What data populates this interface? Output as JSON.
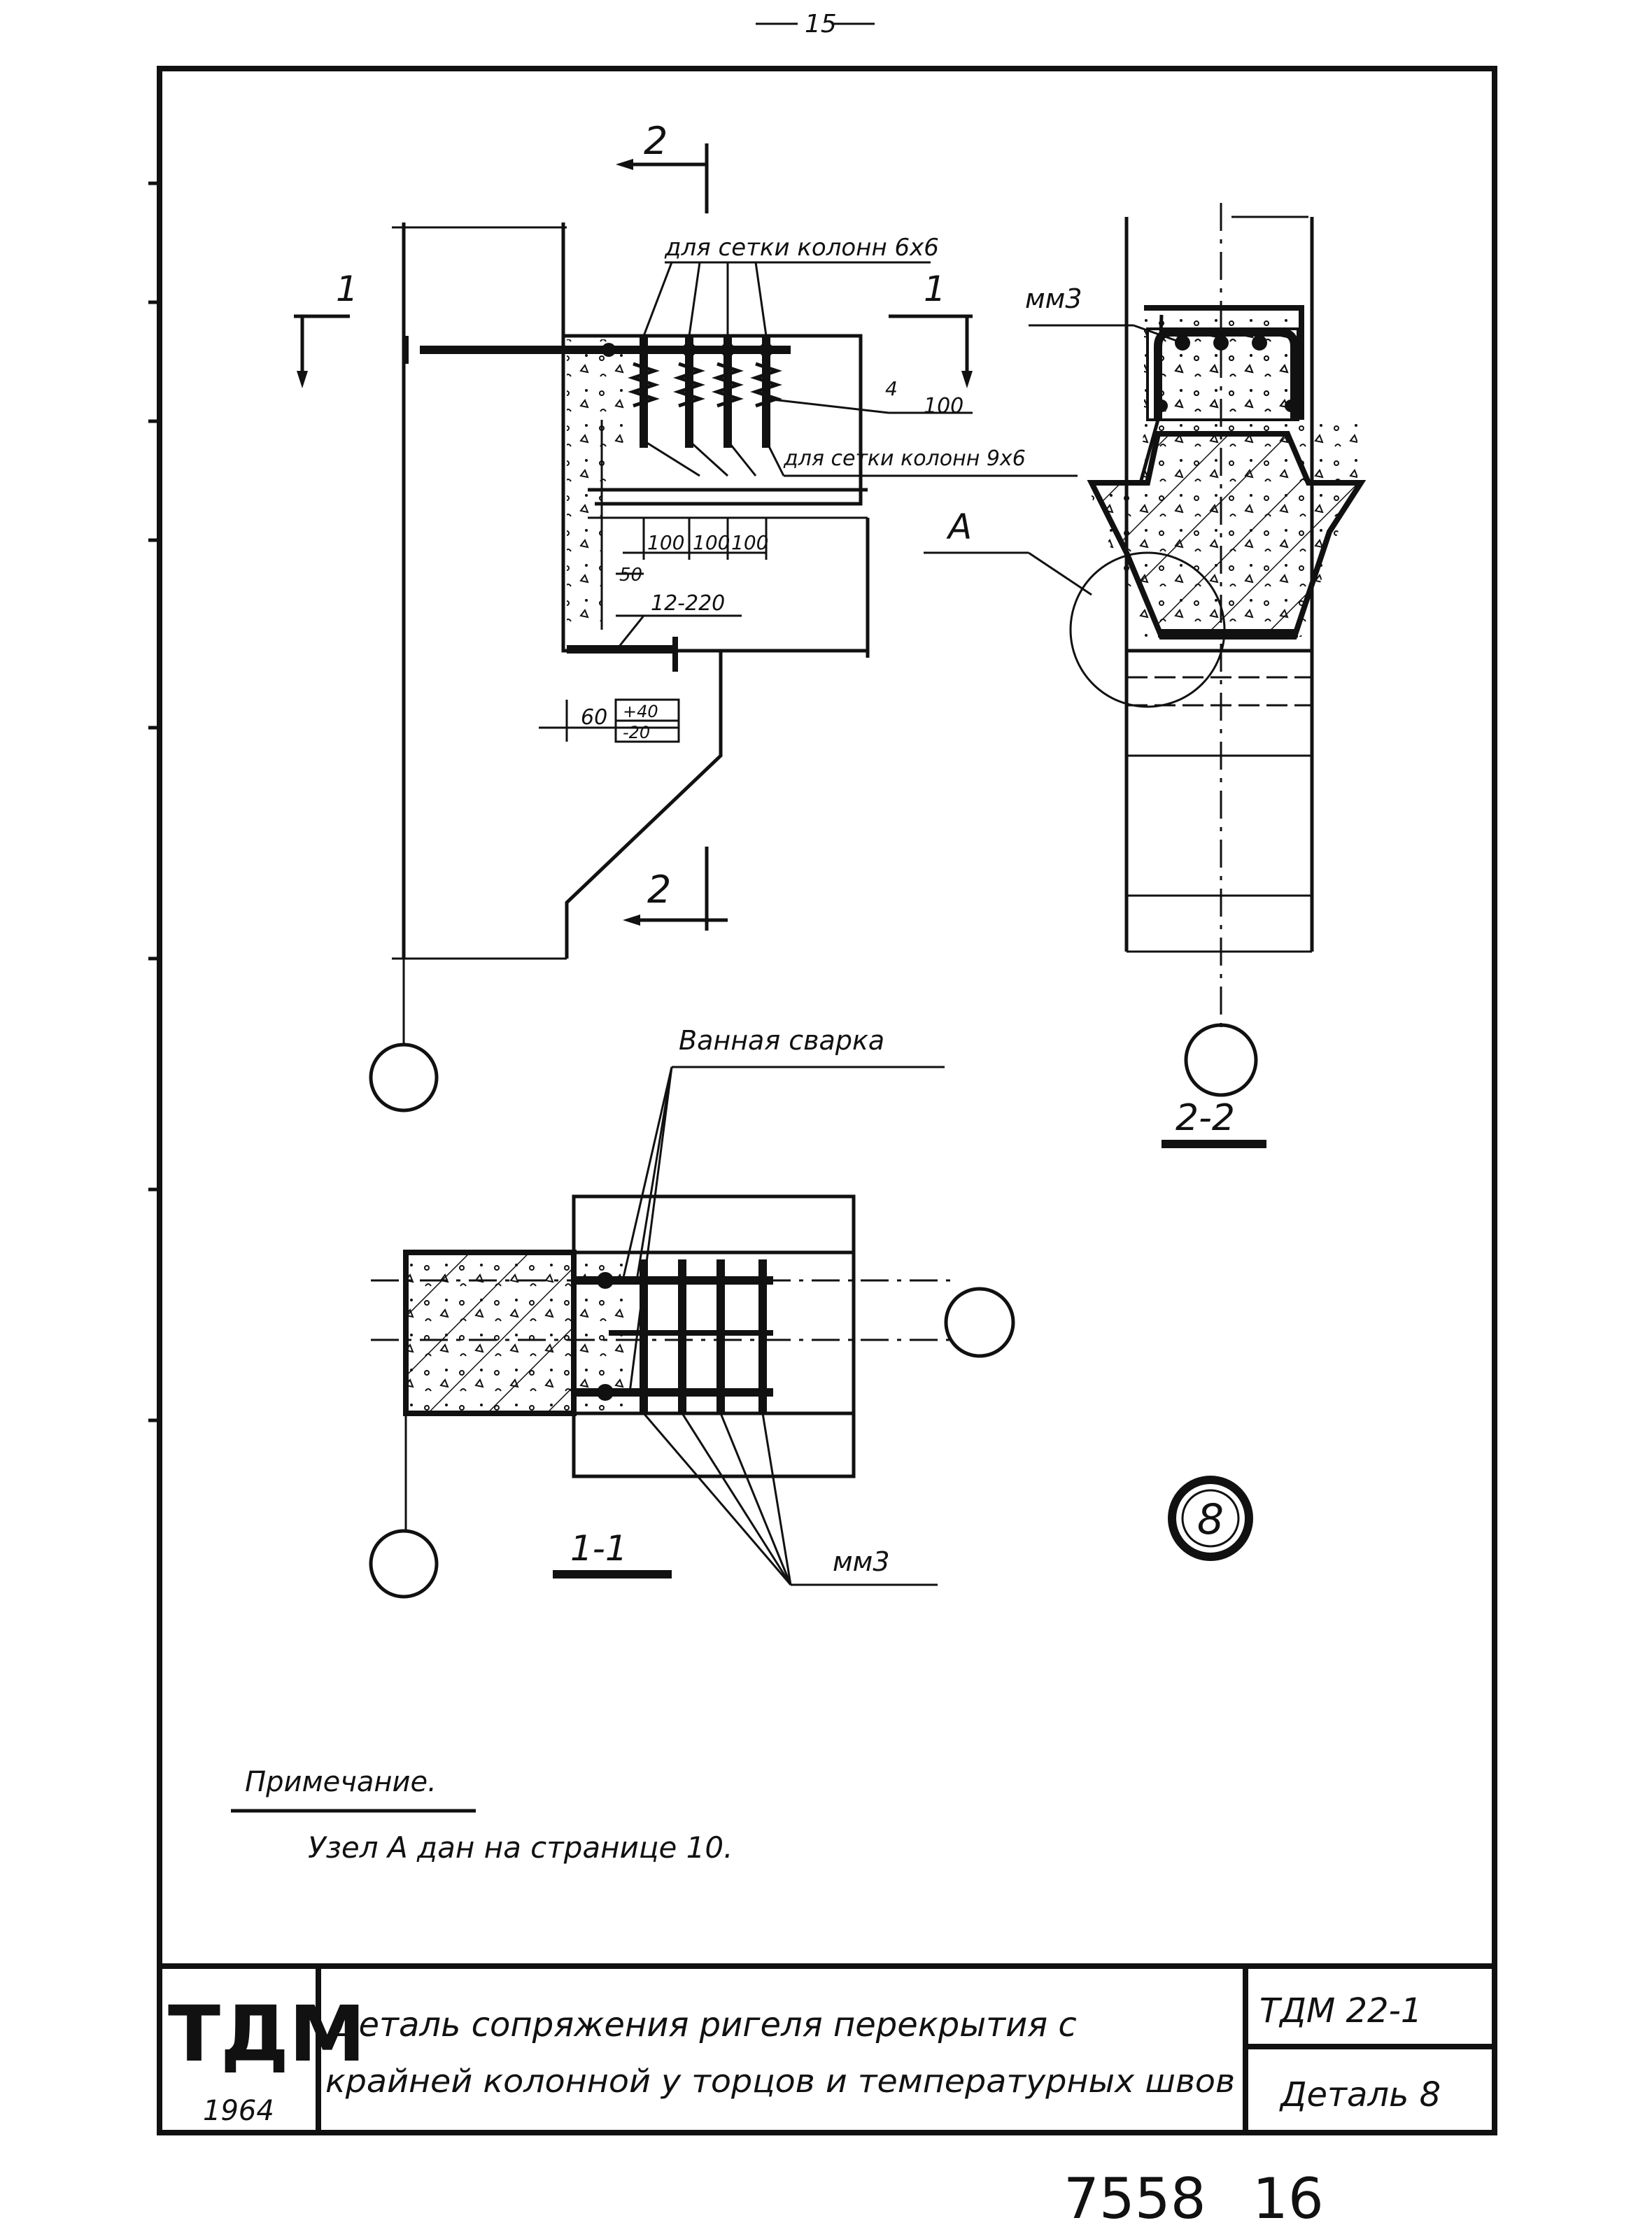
{
  "page_number_top": "15",
  "views": {
    "elevation": {
      "section_mark_1": "1",
      "section_mark_2": "2",
      "label_grid_6x6": "для сетки колонн 6x6",
      "label_grid_9x6": "для сетки колонн 9x6",
      "dim_4_100_top": "4",
      "dim_4_100_bottom": "100",
      "dims_spacing": [
        "100",
        "100",
        "100"
      ],
      "dim_50": "50",
      "dim_12_220": "12-220",
      "dim_60": "60",
      "dim_tol_plus": "+40",
      "dim_tol_minus": "-20"
    },
    "section_2_2": {
      "label_mm3": "мм3",
      "node_label": "А",
      "title": "2-2"
    },
    "section_1_1": {
      "label_weld": "Ванная сварка",
      "label_mm3": "мм3",
      "title": "1-1"
    },
    "detail_number": "8"
  },
  "note": {
    "heading": "Примечание.",
    "text": "Узел А дан на странице 10."
  },
  "title_block": {
    "logo": "ТДМ",
    "year": "1964",
    "title_line1": "Деталь сопряжения ригеля перекрытия с",
    "title_line2": "крайней колонной у торцов и температурных швов",
    "doc_code": "ТДМ 22-1",
    "detail_label": "Деталь 8"
  },
  "footer": {
    "stamp_number": "7558",
    "sheet_number": "16"
  }
}
